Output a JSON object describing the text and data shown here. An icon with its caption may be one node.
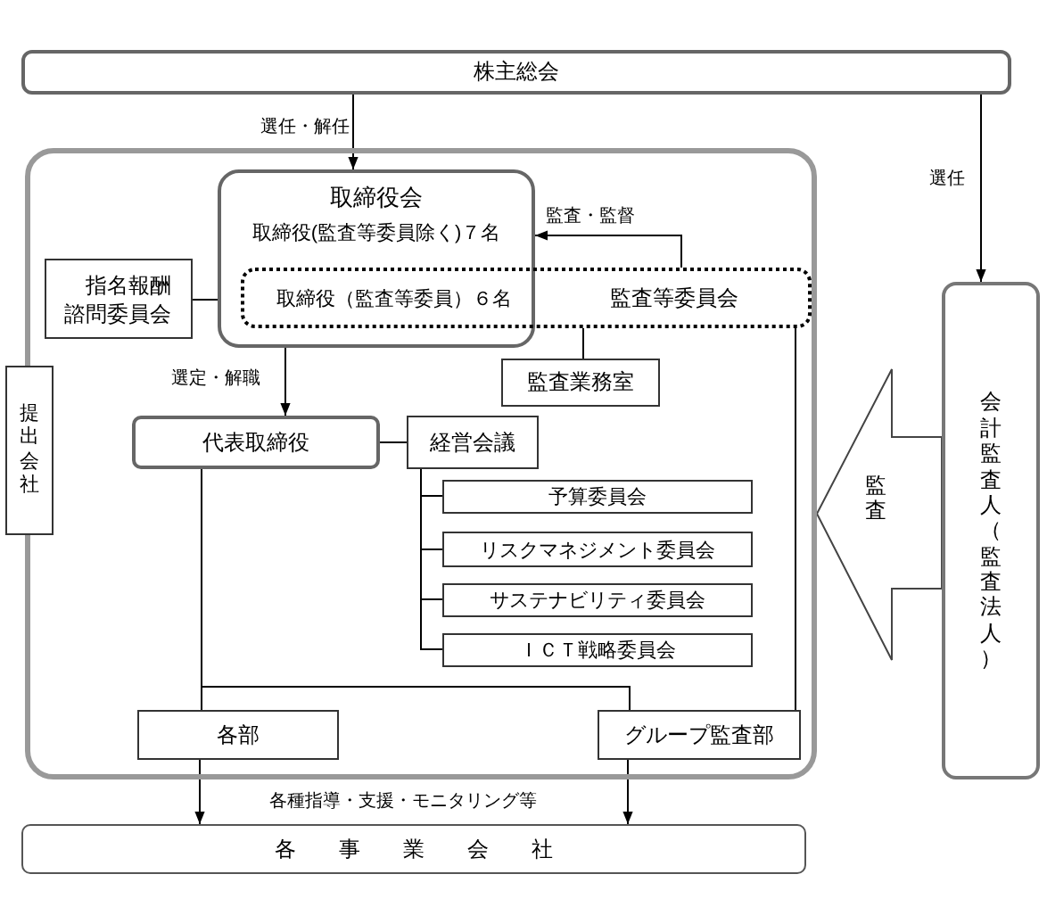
{
  "diagram": {
    "nodes": [
      {
        "text": [
          "株主総会"
        ]
      },
      {
        "text": [],
        "shape": "box"
      },
      {
        "text": [
          "取締役会",
          "取締役(監査等委員除く)７名"
        ],
        "in": 1
      },
      {
        "text": [
          "取締役（監査等委員）６名",
          "監査等委員会"
        ],
        "in": 1
      },
      {
        "text": [
          "指名報酬諮問委員会"
        ],
        "in": 1
      },
      {
        "text": [
          "提出会社"
        ]
      },
      {
        "text": [
          "監査業務室"
        ],
        "in": 1
      },
      {
        "text": [
          "代表取締役"
        ],
        "in": 1
      },
      {
        "text": [
          "経営会議"
        ],
        "in": 1
      },
      {
        "text": [
          "予算委員会"
        ],
        "in": 1
      },
      {
        "text": [
          "リスクマネジメント委員会"
        ],
        "in": 1
      },
      {
        "text": [
          "サステナビリティ委員会"
        ],
        "in": 1
      },
      {
        "text": [
          "ＩＣＴ戦略委員会"
        ],
        "in": 1
      },
      {
        "text": [
          "各部"
        ],
        "in": 1
      },
      {
        "text": [
          "グループ監査部"
        ],
        "in": 1
      },
      {
        "text": [
          "会計監査人（監査法人）"
        ]
      },
      {
        "text": [
          "各　　事　　業　　会　　社"
        ]
      }
    ],
    "edges": [
      {
        "from": 0,
        "to": 2,
        "arrow": "to",
        "label": "選任・解任"
      },
      {
        "from": 0,
        "to": 15,
        "arrow": "to",
        "label": "選任"
      },
      {
        "from": 3,
        "to": 2,
        "arrow": "to",
        "label": "監査・監督"
      },
      {
        "from": 4,
        "to": 2,
        "arrow": "none"
      },
      {
        "from": 3,
        "to": 6,
        "arrow": "none"
      },
      {
        "from": 2,
        "to": 7,
        "arrow": "to",
        "label": "選定・解職"
      },
      {
        "from": 7,
        "to": 8,
        "arrow": "none"
      },
      {
        "from": 8,
        "to": 9,
        "arrow": "none"
      },
      {
        "from": 8,
        "to": 10,
        "arrow": "none"
      },
      {
        "from": 8,
        "to": 11,
        "arrow": "none"
      },
      {
        "from": 8,
        "to": 12,
        "arrow": "none"
      },
      {
        "from": 7,
        "to": 13,
        "arrow": "none"
      },
      {
        "from": 7,
        "to": 14,
        "arrow": "none"
      },
      {
        "from": 3,
        "to": 14,
        "arrow": "none"
      },
      {
        "from": 13,
        "to": 16,
        "arrow": "to"
      },
      {
        "from": 14,
        "to": 16,
        "arrow": "to"
      },
      {
        "from": 15,
        "to": 1,
        "arrow": "to",
        "label": "監査"
      }
    ],
    "labels": [
      "各種指導・支援・モニタリング等"
    ]
  }
}
